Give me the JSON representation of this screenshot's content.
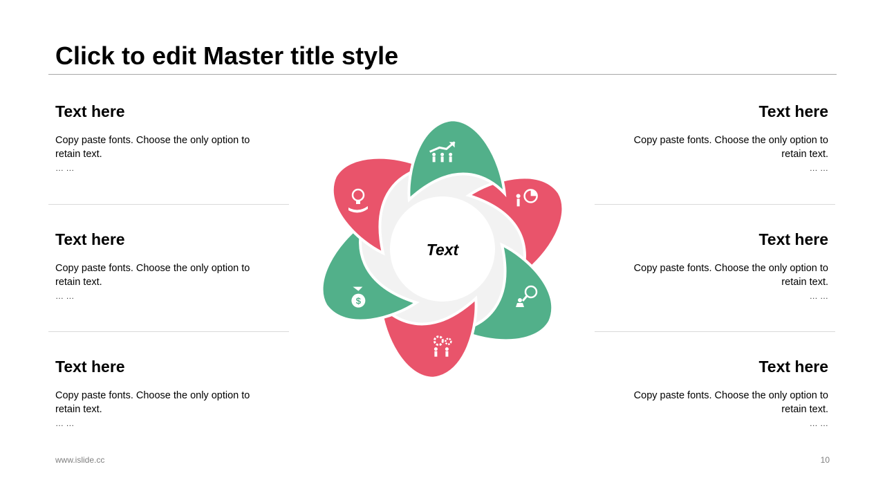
{
  "slide": {
    "title": "Click to edit Master title style",
    "footer_url": "www.islide.cc",
    "page_number": "10"
  },
  "blocks": [
    {
      "side": "left",
      "heading": "Text here",
      "line1": "Copy paste fonts. Choose the only option to",
      "line2": "retain text.",
      "ellipsis": "… …"
    },
    {
      "side": "left",
      "heading": "Text here",
      "line1": "Copy paste fonts. Choose the only option to",
      "line2": "retain text.",
      "ellipsis": "… …"
    },
    {
      "side": "left",
      "heading": "Text here",
      "line1": "Copy paste fonts. Choose the only option to",
      "line2": "retain text.",
      "ellipsis": "… …"
    },
    {
      "side": "right",
      "heading": "Text here",
      "line1": "Copy paste fonts. Choose the only option to",
      "line2": "retain text.",
      "ellipsis": "… …"
    },
    {
      "side": "right",
      "heading": "Text here",
      "line1": "Copy paste fonts. Choose the only option to",
      "line2": "retain text.",
      "ellipsis": "… …"
    },
    {
      "side": "right",
      "heading": "Text here",
      "line1": "Copy paste fonts. Choose the only option to",
      "line2": "retain text.",
      "ellipsis": "… …"
    }
  ],
  "diagram": {
    "center_text": "Text",
    "colors": {
      "red": "#e9546b",
      "green": "#52b08a",
      "ring": "#f2f2f2",
      "icon": "#ffffff"
    },
    "petals": [
      {
        "color": "red",
        "icon": "presentation-chart-icon"
      },
      {
        "color": "green",
        "icon": "person-magnifier-icon"
      },
      {
        "color": "red",
        "icon": "team-gears-icon"
      },
      {
        "color": "green",
        "icon": "money-bag-hand-icon"
      },
      {
        "color": "red",
        "icon": "lightbulb-hand-icon"
      },
      {
        "color": "green",
        "icon": "team-growth-arrow-icon"
      }
    ]
  }
}
